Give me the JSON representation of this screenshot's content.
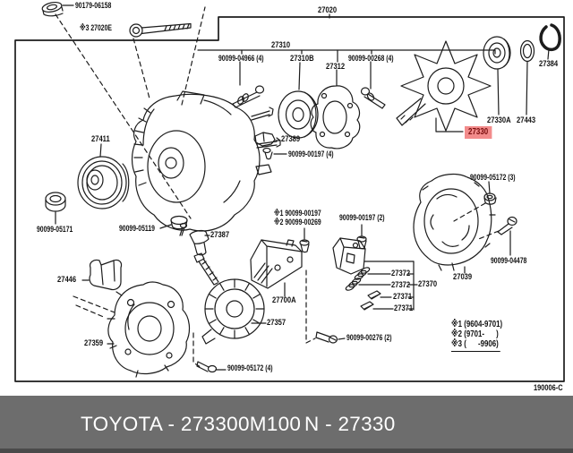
{
  "diagram": {
    "drawing_code": "190006-C",
    "highlight_color": {
      "bg": "#f28b8b",
      "fg": "#7c0f0f"
    },
    "labels": {
      "nut_90179": "90179-06158",
      "bolt_27020e": "※3 27020E",
      "assy_27020": "27020",
      "assy_27310": "27310",
      "screw_04966": "90099-04966 (4)",
      "bearing_27310b": "27310B",
      "plate_27312": "27312",
      "screw_00268": "90099-00268 (4)",
      "ring_27384": "27384",
      "part_27330a": "27330A",
      "part_27443": "27443",
      "rotor_27330": "27330",
      "pulley_27411": "27411",
      "part_27389": "27389",
      "screw_00197_4": "90099-00197 (4)",
      "nut_05172_3": "90099-05172 (3)",
      "nut_05171": "90099-05171",
      "cap_05119": "90099-05119",
      "insulator_27387": "27387",
      "note_00197": "※1 90099-00197",
      "note_00269": "※2 90099-00269",
      "screw_00197_2": "90099-00197 (2)",
      "cover_27446": "27446",
      "spring_27372_1": "27372",
      "spring_27372_2": "27372",
      "brush_27371_1": "27371",
      "brush_27371_2": "27371",
      "holder_27370": "27370",
      "bolt_04478": "90099-04478",
      "cover_27039": "27039",
      "frame_27359": "27359",
      "rectifier_27700a": "27700A",
      "coil_27357": "27357",
      "screw_05172_4": "90099-05172 (4)",
      "screw_00276_2": "90099-00276 (2)"
    },
    "footnotes": [
      "※1 (9604-9701)",
      "※2 (9701-      )",
      "※3 (      -9906)"
    ]
  },
  "footer": {
    "part_label": "TOYOTA - 273300M100",
    "fig_label": "N - 27330",
    "bar_color": "#6d6d6d"
  }
}
